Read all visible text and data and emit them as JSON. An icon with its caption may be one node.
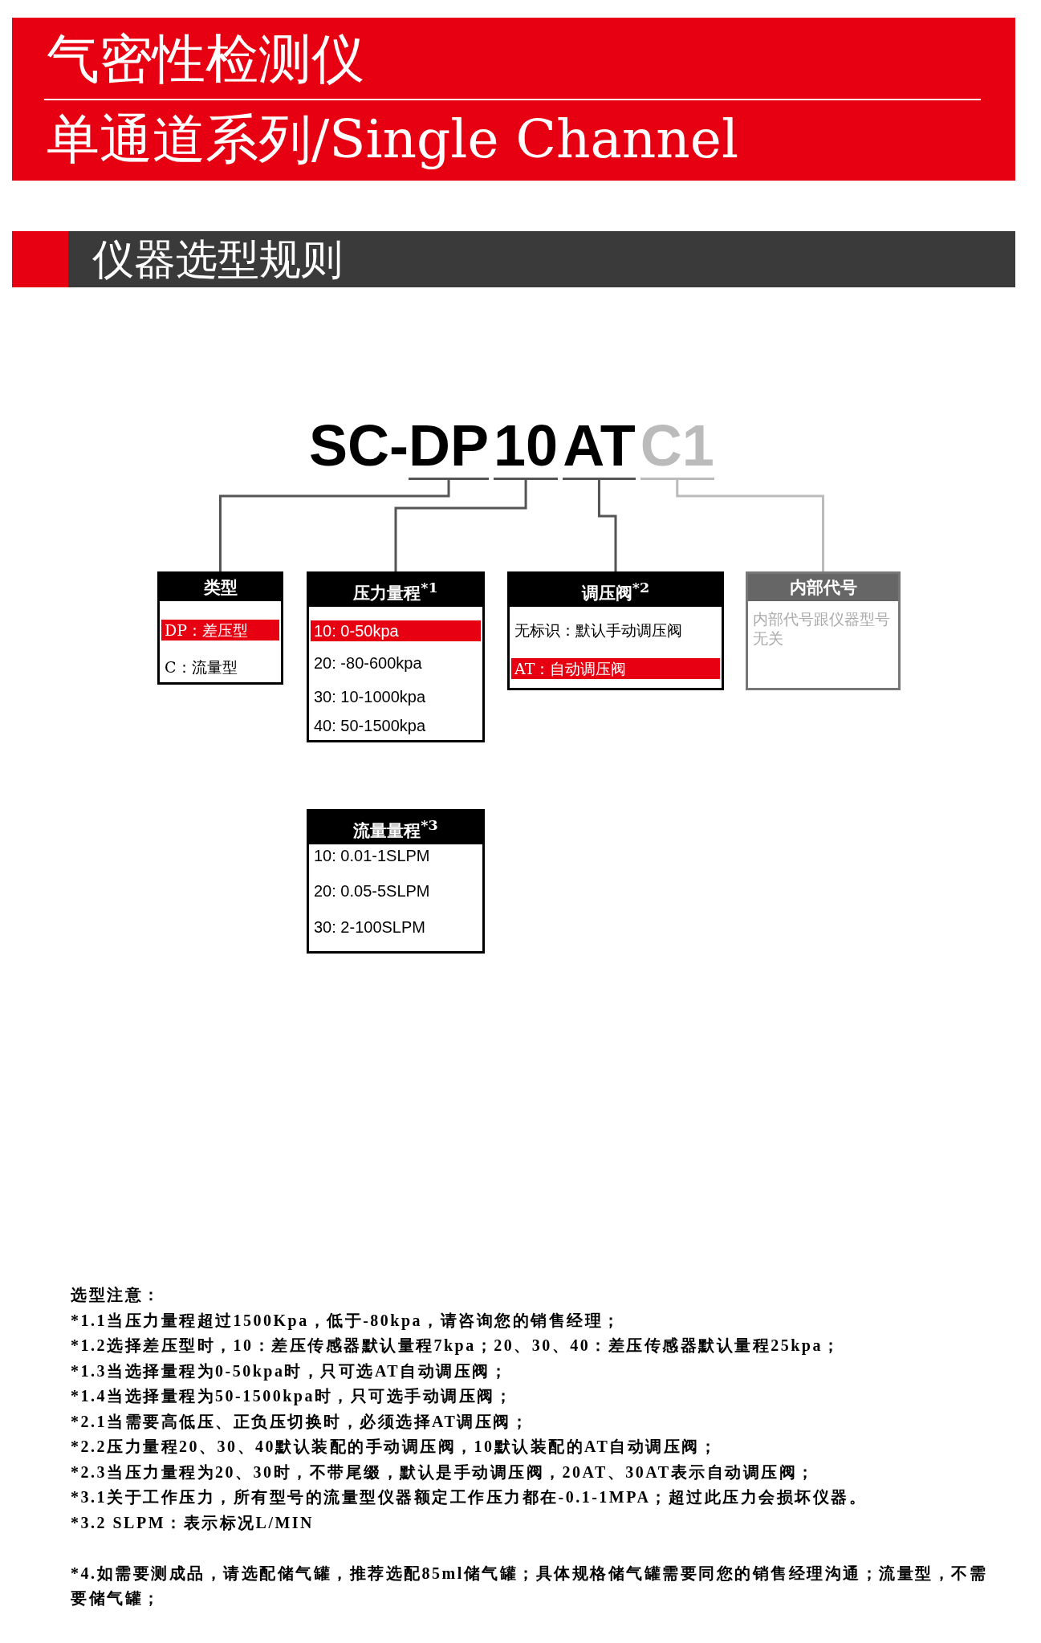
{
  "diagram": {
    "title": "气密性检测仪",
    "nodes": [
      {
        "text": [
          "DP"
        ]
      },
      {
        "text": [
          "10"
        ]
      },
      {
        "text": [
          "AT"
        ]
      },
      {
        "text": [
          "C1"
        ]
      },
      {
        "text": [
          "类型",
          "DP：差压型",
          "C：流量型"
        ]
      },
      {
        "text": [
          "压力量程$^{*1}$",
          "10: 0-50kpa",
          "20: -80-600kpa",
          "30: 10-1000kpa",
          "40: 50-1500kpa"
        ]
      },
      {
        "text": [
          "调压阀$^{*2}$",
          "无标识：默认手动调压阀",
          "AT：自动调压阀"
        ]
      },
      {
        "text": [
          "内部代号",
          "内部代号跟仪器型号无关"
        ]
      },
      {
        "text": [
          "流量量程$^{*3}$",
          "10: 0.01-1SLPM",
          "20: 0.05-5SLPM",
          "30: 2-100SLPM"
        ]
      }
    ],
    "edges": [
      {
        "from": 0,
        "to": 4,
        "arrow": "none"
      },
      {
        "from": 1,
        "to": 5,
        "arrow": "none"
      },
      {
        "from": 2,
        "to": 6,
        "arrow": "none"
      },
      {
        "from": 3,
        "to": 7,
        "arrow": "none",
        "color": "#bbbbbb"
      }
    ],
    "labels": [
      "单通道系列/Single Channel",
      "仪器选型规则",
      "SC-",
      "选型注意：",
      "*1.1当压力量程超过1500Kpa，低于-80kpa，请咨询您的销售经理；",
      "*1.2选择差压型时，10：差压传感器默认量程7kpa；20、30、40：差压传感器默认量程25kpa；",
      "*1.3当选择量程为0-50kpa时，只可选AT自动调压阀；",
      "*1.4当选择量程为50-1500kpa时，只可选手动调压阀；",
      "*2.1当需要高低压、正负压切换时，必须选择AT调压阀；",
      "*2.2压力量程20、30、40默认装配的手动调压阀，10默认装配的AT自动调压阀；",
      "*2.3当压力量程为20、30时，不带尾缀，默认是手动调压阀，20AT、30AT表示自动调压阀；",
      "*3.1关于工作压力，所有型号的流量型仪器额定工作压力都在-0.1-1MPA；超过此压力会损坏仪器。",
      "*3.2 SLPM：表示标况L/MIN",
      "*4.如需要测成品，请选配储气罐，推荐选配85ml储气罐；具体规格储气罐需要同您的销售经理沟通；流量型，不需要储气罐；"
    ]
  }
}
